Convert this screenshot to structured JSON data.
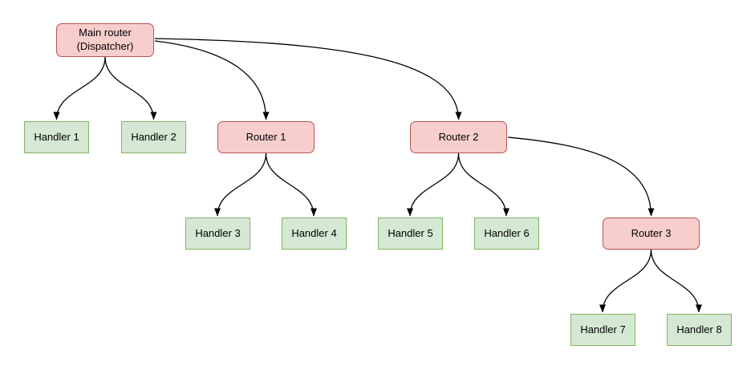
{
  "diagram": {
    "type": "flowchart-tree",
    "colors": {
      "router_fill": "#f8cecc",
      "router_border": "#b85450",
      "handler_fill": "#d5e8d4",
      "handler_border": "#82b366",
      "edge": "#000000",
      "text": "#000000",
      "background": "#ffffff"
    },
    "nodes": {
      "main_router": {
        "label": "Main router\n(Dispatcher)",
        "type": "router"
      },
      "router_1": {
        "label": "Router 1",
        "type": "router"
      },
      "router_2": {
        "label": "Router 2",
        "type": "router"
      },
      "router_3": {
        "label": "Router 3",
        "type": "router"
      },
      "handler_1": {
        "label": "Handler 1",
        "type": "handler"
      },
      "handler_2": {
        "label": "Handler 2",
        "type": "handler"
      },
      "handler_3": {
        "label": "Handler 3",
        "type": "handler"
      },
      "handler_4": {
        "label": "Handler 4",
        "type": "handler"
      },
      "handler_5": {
        "label": "Handler 5",
        "type": "handler"
      },
      "handler_6": {
        "label": "Handler 6",
        "type": "handler"
      },
      "handler_7": {
        "label": "Handler 7",
        "type": "handler"
      },
      "handler_8": {
        "label": "Handler 8",
        "type": "handler"
      }
    },
    "edges": [
      {
        "from": "main_router",
        "to": "handler_1"
      },
      {
        "from": "main_router",
        "to": "handler_2"
      },
      {
        "from": "main_router",
        "to": "router_1"
      },
      {
        "from": "main_router",
        "to": "router_2"
      },
      {
        "from": "router_1",
        "to": "handler_3"
      },
      {
        "from": "router_1",
        "to": "handler_4"
      },
      {
        "from": "router_2",
        "to": "handler_5"
      },
      {
        "from": "router_2",
        "to": "handler_6"
      },
      {
        "from": "router_2",
        "to": "router_3"
      },
      {
        "from": "router_3",
        "to": "handler_7"
      },
      {
        "from": "router_3",
        "to": "handler_8"
      }
    ]
  }
}
